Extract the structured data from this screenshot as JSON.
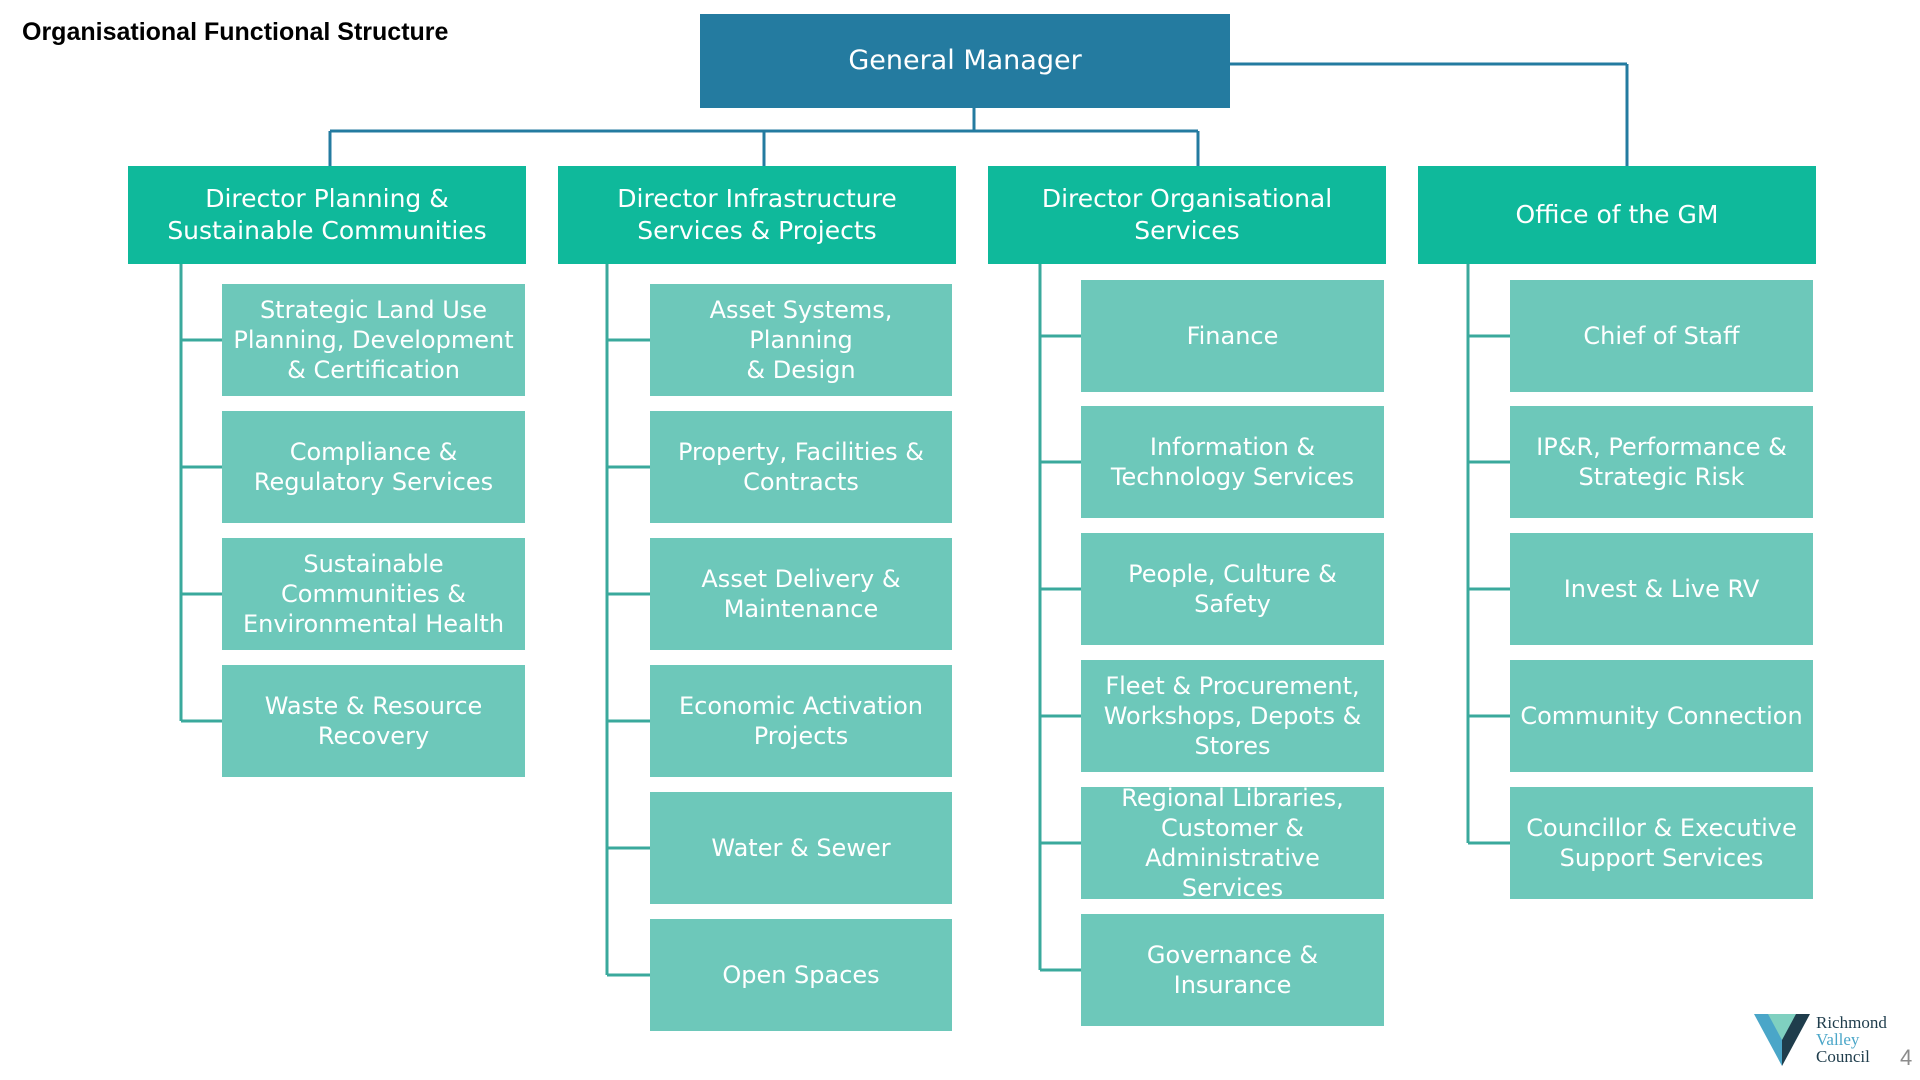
{
  "title": "Organisational Functional Structure",
  "colors": {
    "gm": "#247ba0",
    "director": "#0fb99b",
    "unit": "#6dc8ba",
    "gm_line": "#247ba0",
    "branch_line": "#3aa99c"
  },
  "general_manager": {
    "label": "General Manager"
  },
  "directorates": [
    {
      "label": "Director Planning &\nSustainable Communities",
      "units": [
        "Strategic Land Use\nPlanning, Development\n& Certification",
        "Compliance &\nRegulatory Services",
        "Sustainable\nCommunities &\nEnvironmental Health",
        "Waste & Resource\nRecovery"
      ]
    },
    {
      "label": "Director Infrastructure\nServices & Projects",
      "units": [
        "Asset Systems, Planning\n& Design",
        "Property, Facilities &\nContracts",
        "Asset Delivery &\nMaintenance",
        "Economic Activation\nProjects",
        "Water & Sewer",
        "Open Spaces"
      ]
    },
    {
      "label": "Director Organisational\nServices",
      "units": [
        "Finance",
        "Information &\nTechnology Services",
        "People, Culture &\nSafety",
        "Fleet & Procurement,\nWorkshops, Depots &\nStores",
        "Regional Libraries,\nCustomer &\nAdministrative Services",
        "Governance &\nInsurance"
      ]
    },
    {
      "label": "Office of the GM",
      "units": [
        "Chief of Staff",
        "IP&R, Performance &\nStrategic Risk",
        "Invest & Live RV",
        "Community Connection",
        "Councillor & Executive\nSupport Services"
      ]
    }
  ],
  "logo": {
    "line1": "Richmond",
    "line2": "Valley",
    "line3": "Council"
  },
  "page_number": "4"
}
